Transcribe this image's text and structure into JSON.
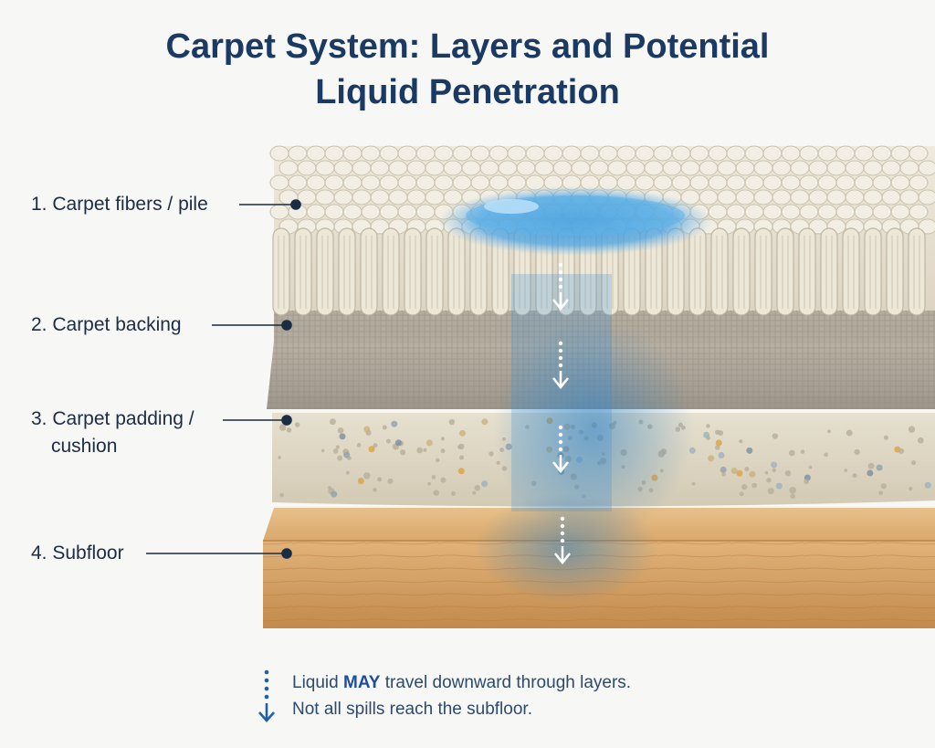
{
  "title": {
    "line1": "Carpet System: Layers and Potential",
    "line2": "Liquid Penetration"
  },
  "layers": [
    {
      "id": "carpet-fibers",
      "label": "1. Carpet fibers / pile"
    },
    {
      "id": "carpet-backing",
      "label": "2. Carpet backing"
    },
    {
      "id": "carpet-padding",
      "label_line1": "3. Carpet padding /",
      "label_line2": "cushion"
    },
    {
      "id": "subfloor",
      "label": "4. Subfloor"
    }
  ],
  "legend": {
    "icon": "dotted-down-arrow-icon",
    "line1_prefix": "Liquid ",
    "line1_emphasis": "MAY",
    "line1_suffix": " travel downward through layers.",
    "line2": "Not all spills reach the subfloor."
  },
  "colors": {
    "title": "#1b3a63",
    "liquid": "#3b8fd4",
    "arrow": "#1f5ea8",
    "pile": "#e9e4d6",
    "backing": "#a9a195",
    "padding": "#ddd6c4",
    "subfloor": "#d19a5c"
  }
}
